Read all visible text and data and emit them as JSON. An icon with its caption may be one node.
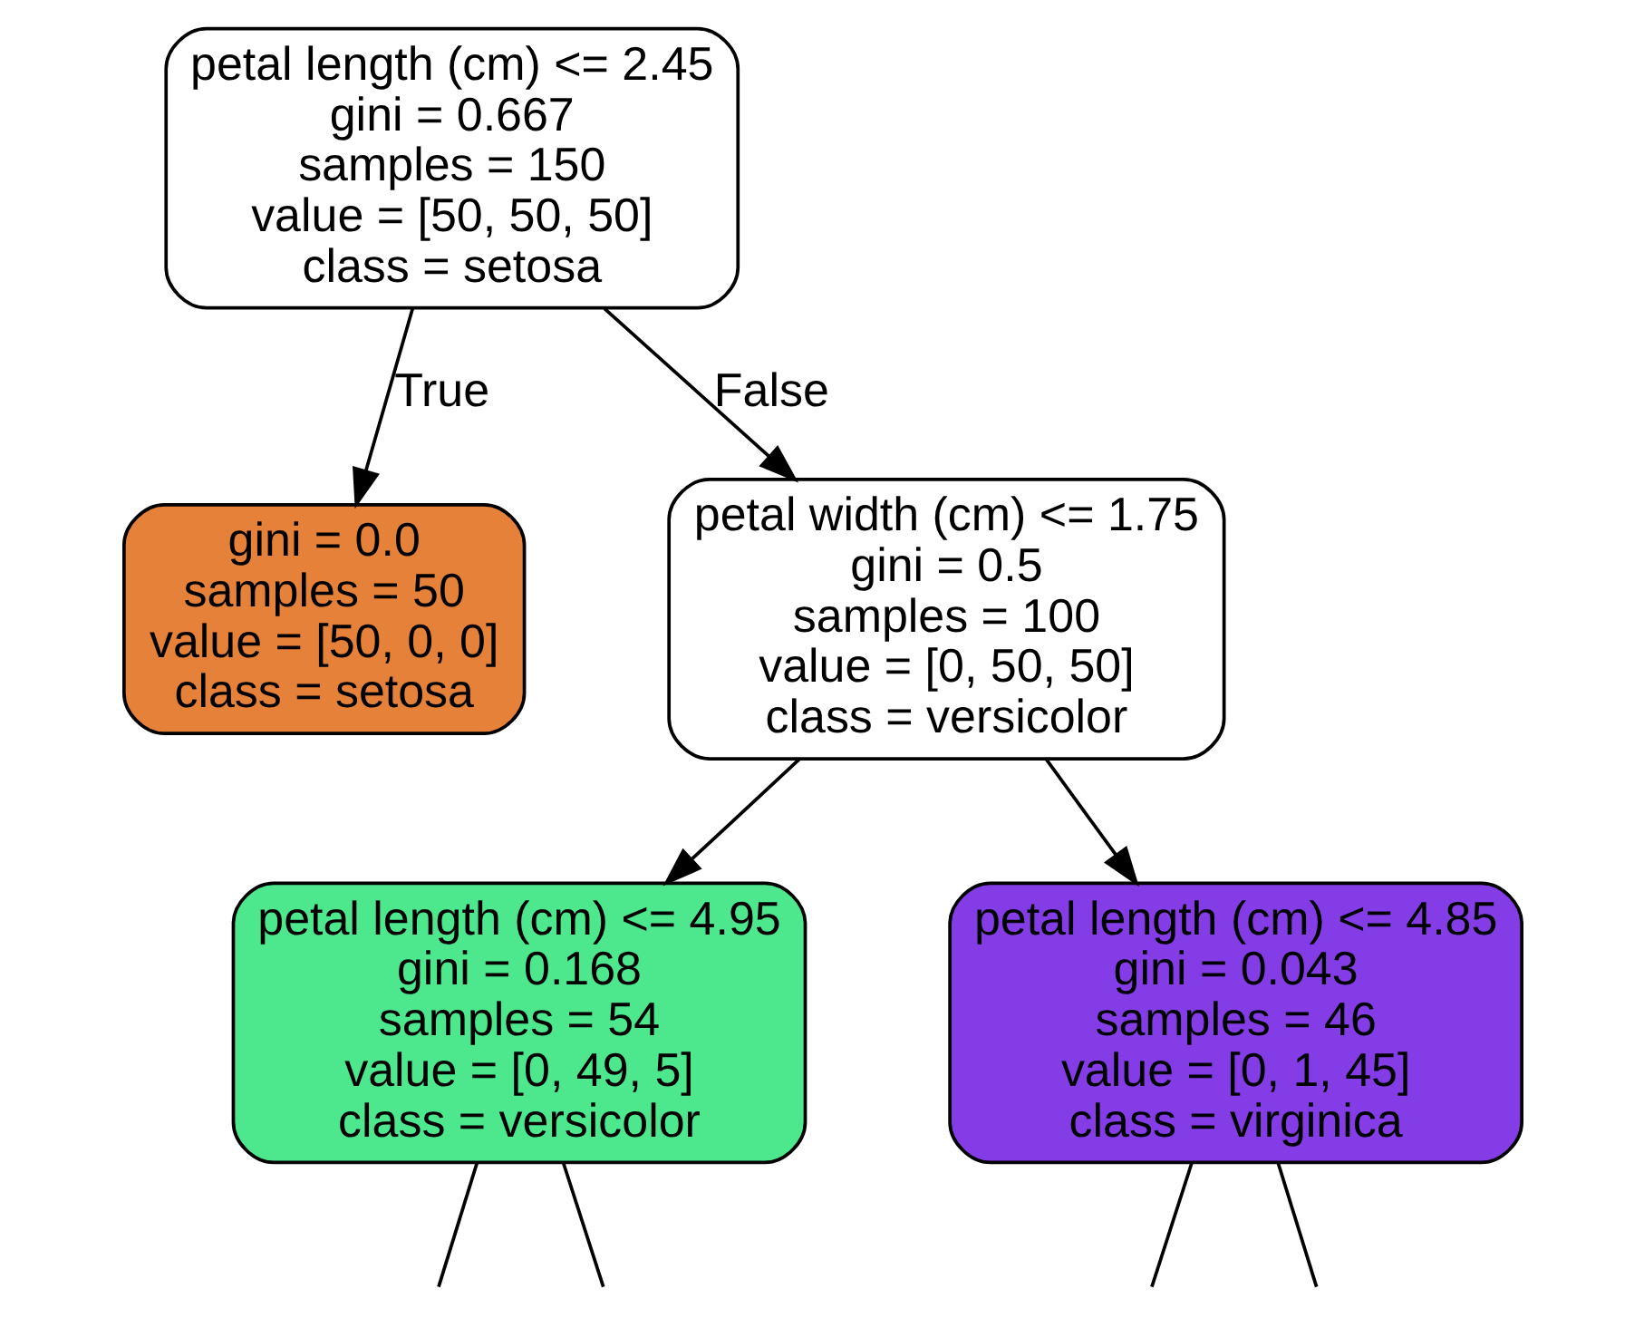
{
  "diagram": {
    "nodes": [
      {
        "text": [
          "petal length (cm) <= 2.45 gini = 0.667 samples = 150 value = [50, 50, 50] class = setosa"
        ]
      },
      {
        "text": [
          "gini = 0.0 samples = 50 value = [50, 0, 0] class = setosa"
        ]
      },
      {
        "text": [
          "petal width (cm) <= 1.75 gini = 0.5 samples = 100 value = [0, 50, 50] class = versicolor"
        ]
      },
      {
        "text": [
          "petal length (cm) <= 4.95 gini = 0.168 samples = 54 value = [0, 49, 5] class = versicolor"
        ]
      },
      {
        "text": [
          "petal length (cm) <= 4.85 gini = 0.043 samples = 46 value = [0, 1, 45] class = virginica"
        ]
      }
    ],
    "edges": [
      {
        "from": 0,
        "to": 1,
        "arrow": "to",
        "label": "True"
      },
      {
        "from": 0,
        "to": 2,
        "arrow": "to",
        "label": "False"
      },
      {
        "from": 2,
        "to": 3,
        "arrow": "to"
      },
      {
        "from": 2,
        "to": 4,
        "arrow": "to"
      },
      {
        "from": 3,
        "to": null,
        "arrow": "none"
      },
      {
        "from": 3,
        "to": null,
        "arrow": "none"
      },
      {
        "from": 4,
        "to": null,
        "arrow": "none"
      },
      {
        "from": 4,
        "to": null,
        "arrow": "none"
      }
    ]
  }
}
